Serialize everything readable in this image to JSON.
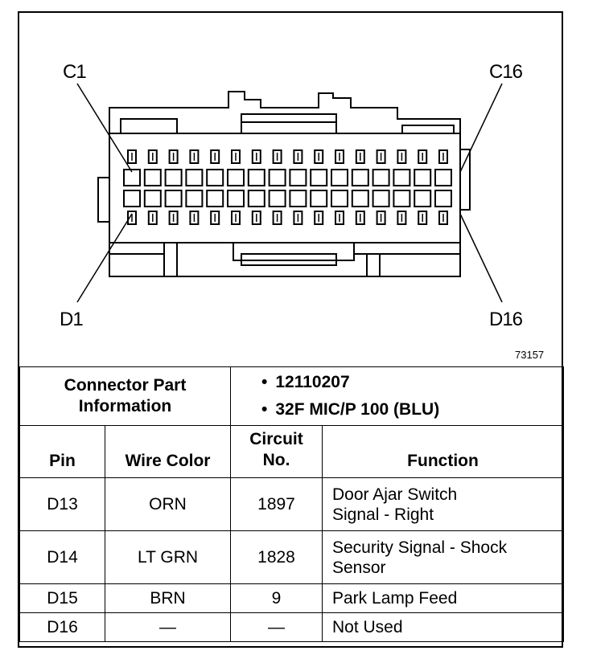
{
  "diagram": {
    "pin_labels": {
      "top_left": "C1",
      "top_right": "C16",
      "bottom_left": "D1",
      "bottom_right": "D16"
    },
    "figure_number": "73157"
  },
  "connector_info": {
    "heading_line1": "Connector Part",
    "heading_line2": "Information",
    "items": [
      "12110207",
      "32F MIC/P 100 (BLU)"
    ]
  },
  "table": {
    "headers": {
      "pin": "Pin",
      "wire_color": "Wire Color",
      "circuit_line1": "Circuit",
      "circuit_line2": "No.",
      "function": "Function"
    },
    "rows": [
      {
        "pin": "D13",
        "wire_color": "ORN",
        "circuit": "1897",
        "function_line1": "Door Ajar Switch",
        "function_line2": "Signal - Right"
      },
      {
        "pin": "D14",
        "wire_color": "LT GRN",
        "circuit": "1828",
        "function_line1": "Security Signal - Shock",
        "function_line2": "Sensor"
      },
      {
        "pin": "D15",
        "wire_color": "BRN",
        "circuit": "9",
        "function_line1": "Park Lamp Feed",
        "function_line2": ""
      },
      {
        "pin": "D16",
        "wire_color": "—",
        "circuit": "—",
        "function_line1": "Not Used",
        "function_line2": ""
      }
    ]
  }
}
